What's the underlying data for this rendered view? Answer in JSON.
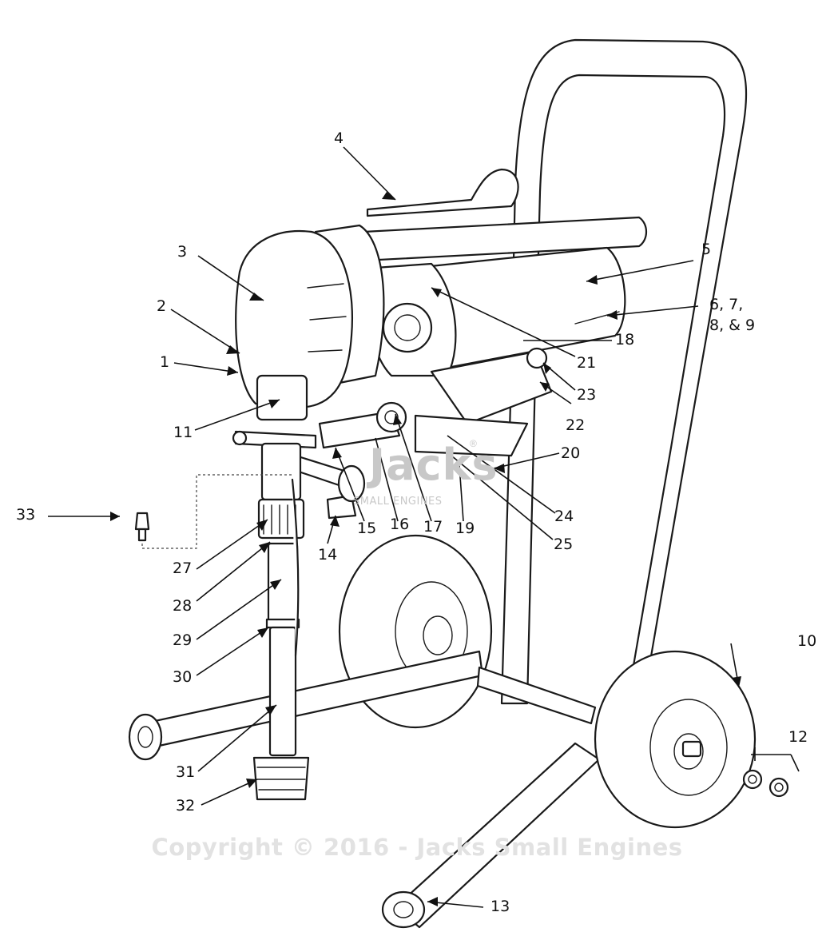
{
  "callouts": [
    {
      "id": "1",
      "text": "1"
    },
    {
      "id": "2",
      "text": "2"
    },
    {
      "id": "3",
      "text": "3"
    },
    {
      "id": "4",
      "text": "4"
    },
    {
      "id": "5",
      "text": "5"
    },
    {
      "id": "6",
      "text": "6, 7,"
    },
    {
      "id": "8",
      "text": "8, & 9"
    },
    {
      "id": "10",
      "text": "10"
    },
    {
      "id": "11",
      "text": "11"
    },
    {
      "id": "12",
      "text": "12"
    },
    {
      "id": "13",
      "text": "13"
    },
    {
      "id": "14",
      "text": "14"
    },
    {
      "id": "15",
      "text": "15"
    },
    {
      "id": "16",
      "text": "16"
    },
    {
      "id": "17",
      "text": "17"
    },
    {
      "id": "18",
      "text": "18"
    },
    {
      "id": "19",
      "text": "19"
    },
    {
      "id": "20",
      "text": "20"
    },
    {
      "id": "21",
      "text": "21"
    },
    {
      "id": "22",
      "text": "22"
    },
    {
      "id": "23",
      "text": "23"
    },
    {
      "id": "24",
      "text": "24"
    },
    {
      "id": "25",
      "text": "25"
    },
    {
      "id": "27",
      "text": "27"
    },
    {
      "id": "28",
      "text": "28"
    },
    {
      "id": "29",
      "text": "29"
    },
    {
      "id": "30",
      "text": "30"
    },
    {
      "id": "31",
      "text": "31"
    },
    {
      "id": "32",
      "text": "32"
    },
    {
      "id": "33",
      "text": "33"
    }
  ],
  "watermark": {
    "text": "Copyright © 2016 - Jacks Small Engines"
  },
  "logo": {
    "big": "Jacks",
    "small": "SMALL ENGINES",
    "mark": "®"
  }
}
